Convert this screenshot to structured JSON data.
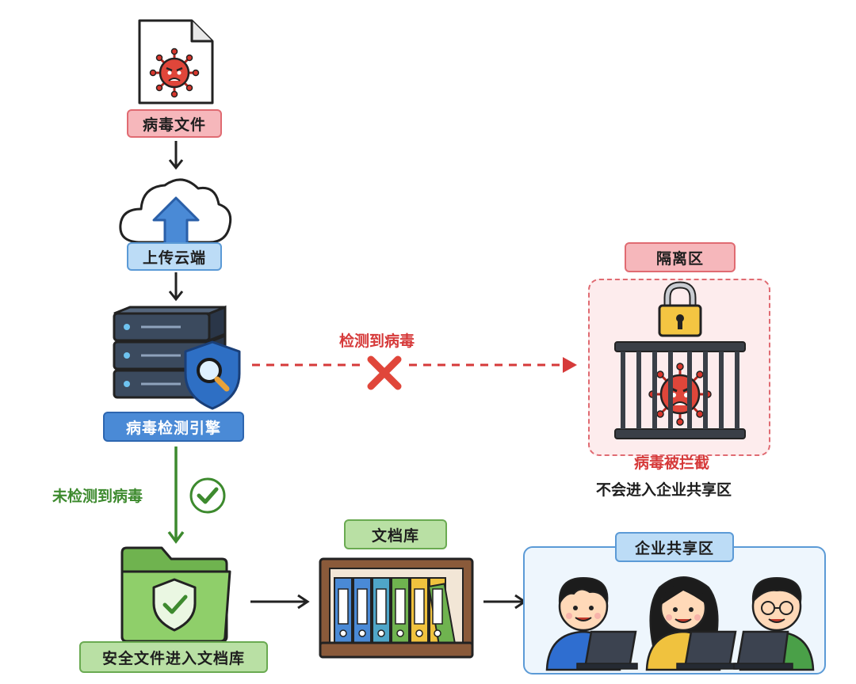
{
  "nodes": {
    "virus_file": "病毒文件",
    "upload_cloud": "上传云端",
    "detection_engine": "病毒检测引擎",
    "quarantine": "隔离区",
    "blocked": "病毒被拦截",
    "not_enter": "不会进入企业共享区",
    "safe_file": "安全文件进入文档库",
    "doc_library": "文档库",
    "shared_area": "企业共享区"
  },
  "edges": {
    "virus_detected": "检测到病毒",
    "no_virus": "未检测到病毒"
  },
  "colors": {
    "red": "#d63a3a",
    "green": "#3d8a2e",
    "blue": "#4a8ad6"
  }
}
